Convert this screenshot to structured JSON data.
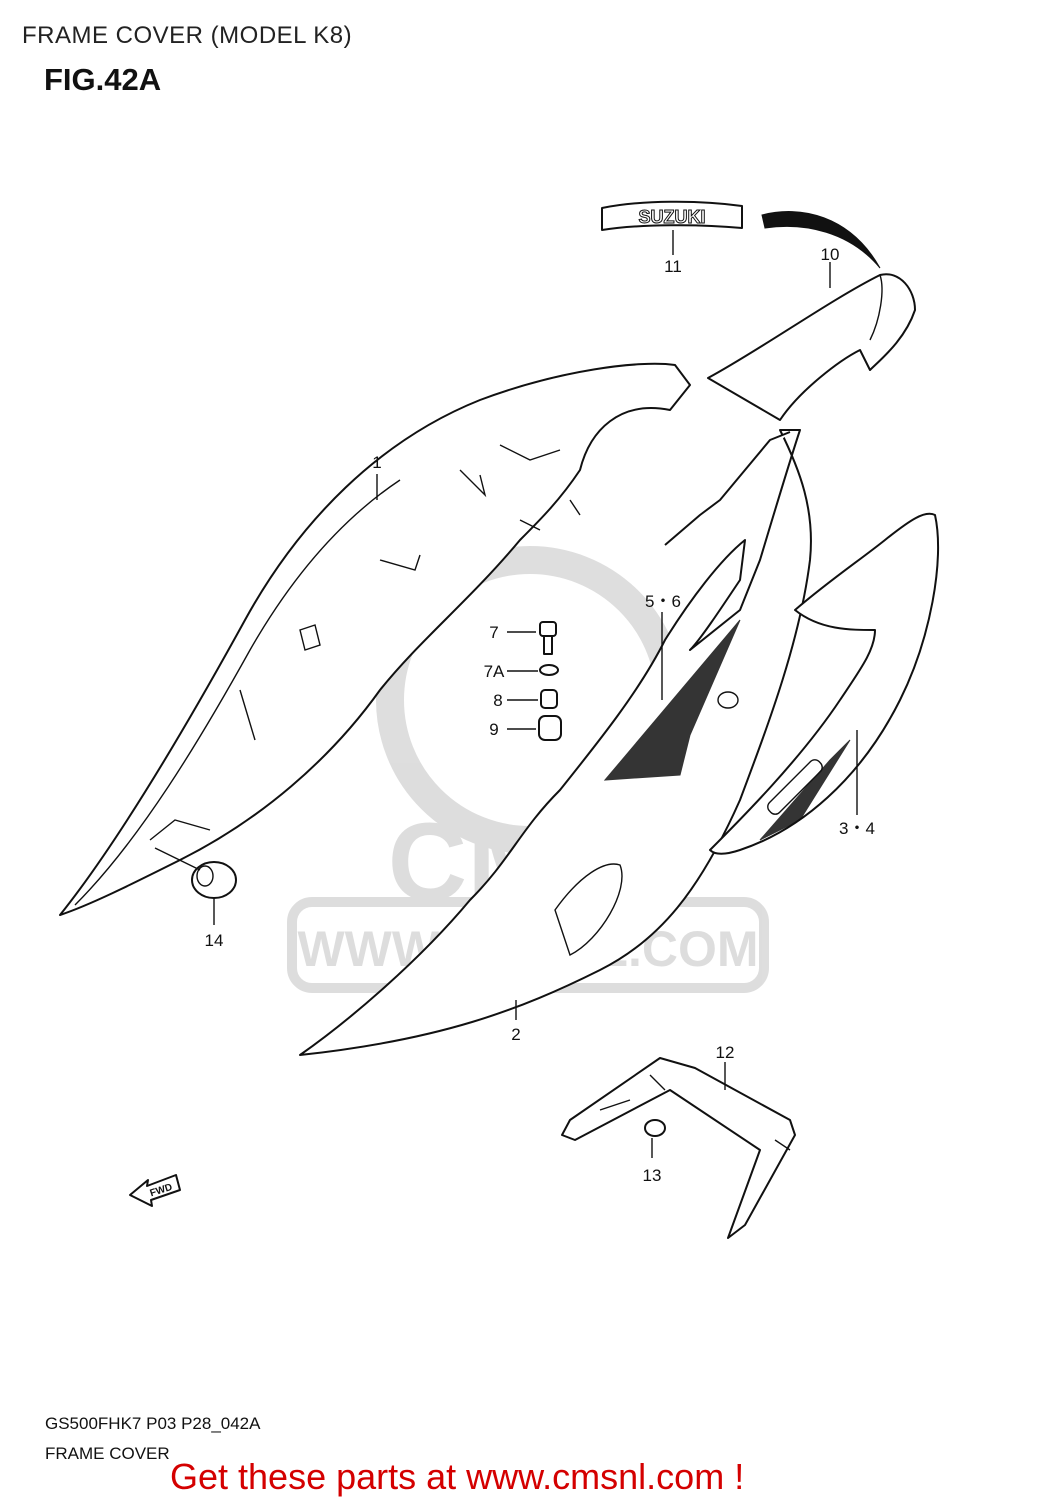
{
  "header": {
    "title": "FRAME COVER (MODEL K8)",
    "figure": "FIG.42A"
  },
  "watermark": {
    "text": "WWW.CMSNL.COM",
    "logo": "CMS"
  },
  "callouts": {
    "c1": "1",
    "c2": "2",
    "c34": "3・4",
    "c56": "5・6",
    "c7": "7",
    "c7a": "7A",
    "c8": "8",
    "c9": "9",
    "c10": "10",
    "c11": "11",
    "c12": "12",
    "c13": "13",
    "c14": "14"
  },
  "decals": {
    "emblem": "SUZUKI",
    "fwd": "FWD"
  },
  "footer": {
    "code": "GS500FHK7 P03 P28_042A",
    "name": "FRAME COVER"
  },
  "promo": {
    "text": "Get these parts at www.cmsnl.com !",
    "color": "#d40000"
  }
}
